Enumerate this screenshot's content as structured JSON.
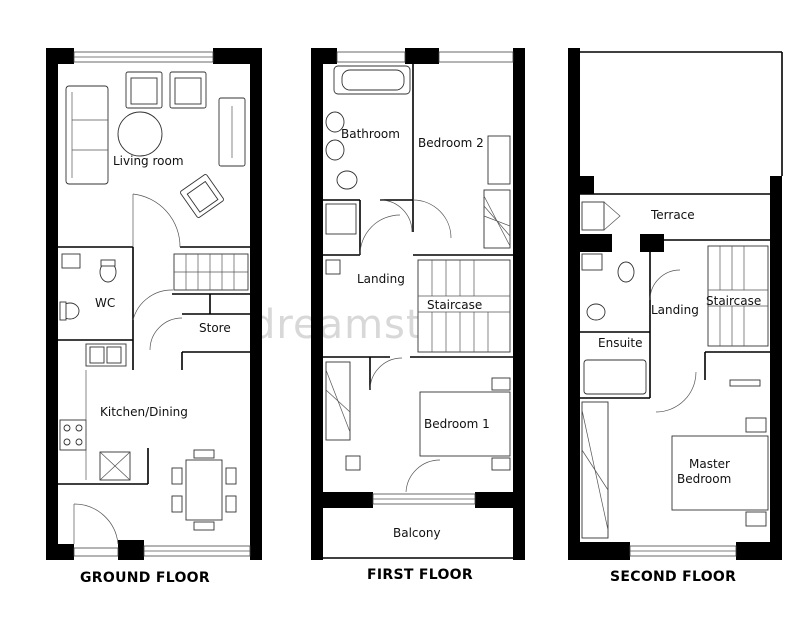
{
  "floors": [
    {
      "title": "GROUND FLOOR",
      "rooms": [
        "Living room",
        "WC",
        "Store",
        "Kitchen/Dining"
      ]
    },
    {
      "title": "FIRST FLOOR",
      "rooms": [
        "Bathroom",
        "Bedroom 2",
        "Landing",
        "Staircase",
        "Bedroom 1",
        "Balcony"
      ]
    },
    {
      "title": "SECOND FLOOR",
      "rooms": [
        "Terrace",
        "Landing",
        "Staircase",
        "Ensuite",
        "Master",
        "Bedroom"
      ]
    }
  ],
  "watermark": "dreamstime"
}
